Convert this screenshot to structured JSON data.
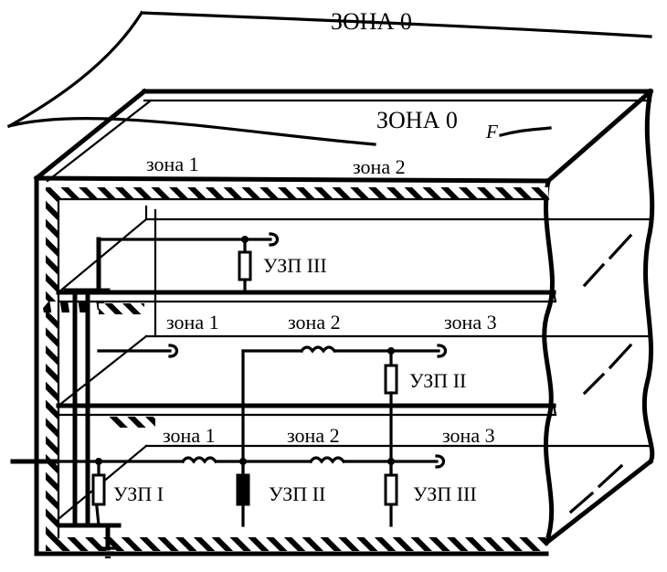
{
  "labels": {
    "zone0": "ЗОНА 0",
    "zone0F_main": "ЗОНА 0",
    "zone0F_sub": "F",
    "top_zone1": "зона 1",
    "top_zone2": "зона 2",
    "mid_zone1": "зона 1",
    "mid_zone2": "зона 2",
    "mid_zone3": "зона 3",
    "bot_zone1": "зона 1",
    "bot_zone2": "зона 2",
    "bot_zone3": "зона 3",
    "uzp_top": "УЗП III",
    "uzp_mid": "УЗП II",
    "uzp_bot_1": "УЗП I",
    "uzp_bot_2": "УЗП II",
    "uzp_bot_3": "УЗП III"
  },
  "colors": {
    "ink": "#000000",
    "paper": "#ffffff"
  }
}
